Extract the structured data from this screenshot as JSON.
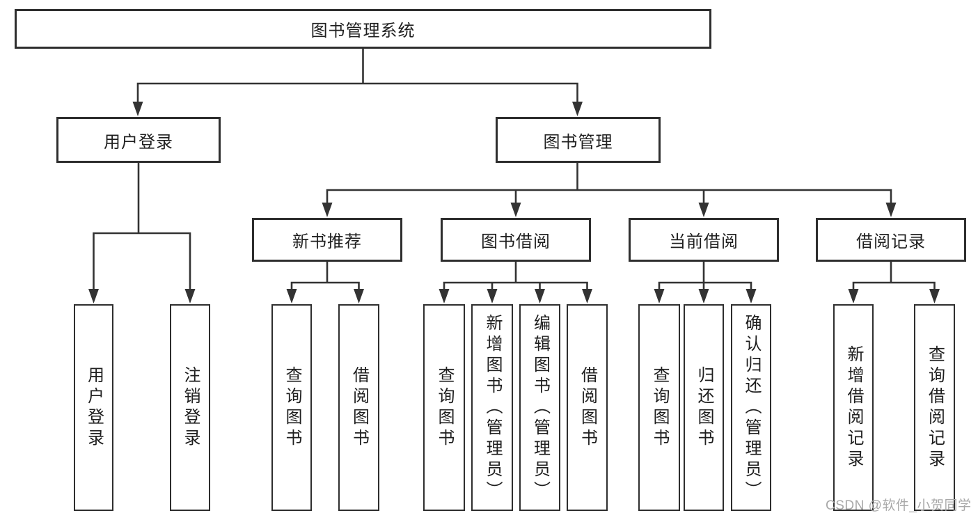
{
  "diagram": {
    "type": "hierarchy",
    "root": {
      "label": "图书管理系统"
    },
    "level2": [
      {
        "label": "用户登录"
      },
      {
        "label": "图书管理"
      }
    ],
    "level3": [
      {
        "label": "新书推荐",
        "parent": "图书管理"
      },
      {
        "label": "图书借阅",
        "parent": "图书管理"
      },
      {
        "label": "当前借阅",
        "parent": "图书管理"
      },
      {
        "label": "借阅记录",
        "parent": "图书管理"
      }
    ],
    "leaves": [
      {
        "label": "用户登录",
        "parent": "用户登录"
      },
      {
        "label": "注销登录",
        "parent": "用户登录"
      },
      {
        "label": "查询图书",
        "parent": "新书推荐"
      },
      {
        "label": "借阅图书",
        "parent": "新书推荐"
      },
      {
        "label": "查询图书",
        "parent": "图书借阅"
      },
      {
        "label": "新增图书（管理员）",
        "parent": "图书借阅"
      },
      {
        "label": "编辑图书（管理员）",
        "parent": "图书借阅"
      },
      {
        "label": "借阅图书",
        "parent": "图书借阅"
      },
      {
        "label": "查询图书",
        "parent": "当前借阅"
      },
      {
        "label": "归还图书",
        "parent": "当前借阅"
      },
      {
        "label": "确认归还（管理员）",
        "parent": "当前借阅"
      },
      {
        "label": "新增借阅记录",
        "parent": "借阅记录"
      },
      {
        "label": "查询借阅记录",
        "parent": "借阅记录"
      }
    ],
    "watermark": {
      "text": "CSDN @软件_小贺同学"
    },
    "colors": {
      "background": "#ffffff",
      "box_border": "#2e2e2e",
      "connector": "#333333",
      "text": "#1f1f1f",
      "watermark": "#a8a8a8"
    }
  }
}
